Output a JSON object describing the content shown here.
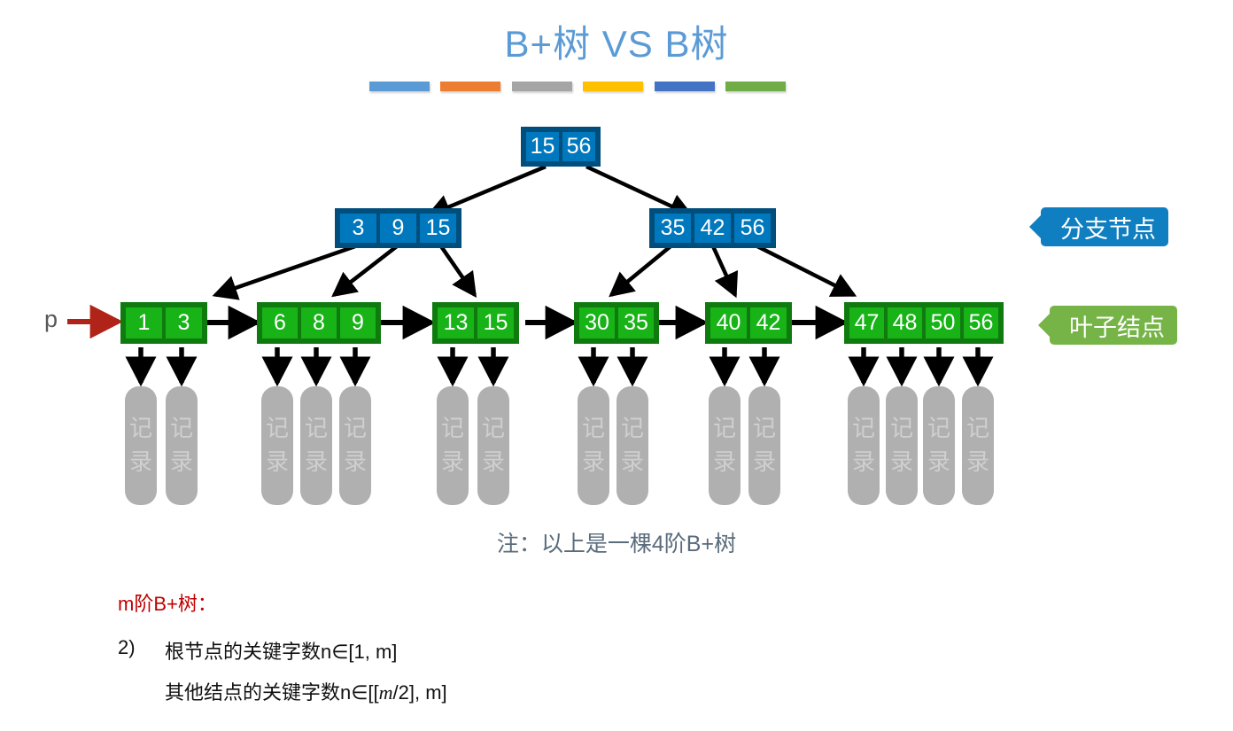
{
  "title": "B+树 VS B树",
  "colors": {
    "title": "#5B9BD5",
    "node_blue_fill": "#0078BE",
    "node_blue_border": "#004E7C",
    "node_green_fill": "#17B317",
    "node_green_border": "#0F7B0F",
    "record_fill": "#B0B0B0",
    "record_text": "#CFCFCF",
    "callout_branch": "#0F7FC1",
    "callout_leaf": "#76B448",
    "pointer_arrow": "#B02318",
    "note_text": "#5A6B7C",
    "heading_red": "#C00000"
  },
  "title_bars": [
    {
      "name": "bar-light-blue",
      "color": "#5B9BD5"
    },
    {
      "name": "bar-orange",
      "color": "#ED7D31"
    },
    {
      "name": "bar-gray",
      "color": "#A5A5A5"
    },
    {
      "name": "bar-yellow",
      "color": "#FFC000"
    },
    {
      "name": "bar-blue",
      "color": "#4472C4"
    },
    {
      "name": "bar-green",
      "color": "#70AD47"
    }
  ],
  "tree": {
    "root": {
      "keys": [
        "15",
        "56"
      ]
    },
    "branches": [
      {
        "keys": [
          "3",
          "9",
          "15"
        ]
      },
      {
        "keys": [
          "35",
          "42",
          "56"
        ]
      }
    ],
    "leaves": [
      {
        "keys": [
          "1",
          "3"
        ]
      },
      {
        "keys": [
          "6",
          "8",
          "9"
        ]
      },
      {
        "keys": [
          "13",
          "15"
        ]
      },
      {
        "keys": [
          "30",
          "35"
        ]
      },
      {
        "keys": [
          "40",
          "42"
        ]
      },
      {
        "keys": [
          "47",
          "48",
          "50",
          "56"
        ]
      }
    ],
    "record_label_top": "记",
    "record_label_bottom": "录"
  },
  "callouts": {
    "branch": "分支节点",
    "leaf": "叶子结点"
  },
  "pointer_label": "p",
  "note": "注：以上是一棵4阶B+树",
  "definition": {
    "heading": "m阶B+树：",
    "item_number": "2)",
    "line1": "根节点的关键字数n∈[1, m]",
    "line2_prefix": "其他结点的关键字数n∈[[",
    "line2_italic": "m",
    "line2_mid": "/2], m]"
  }
}
